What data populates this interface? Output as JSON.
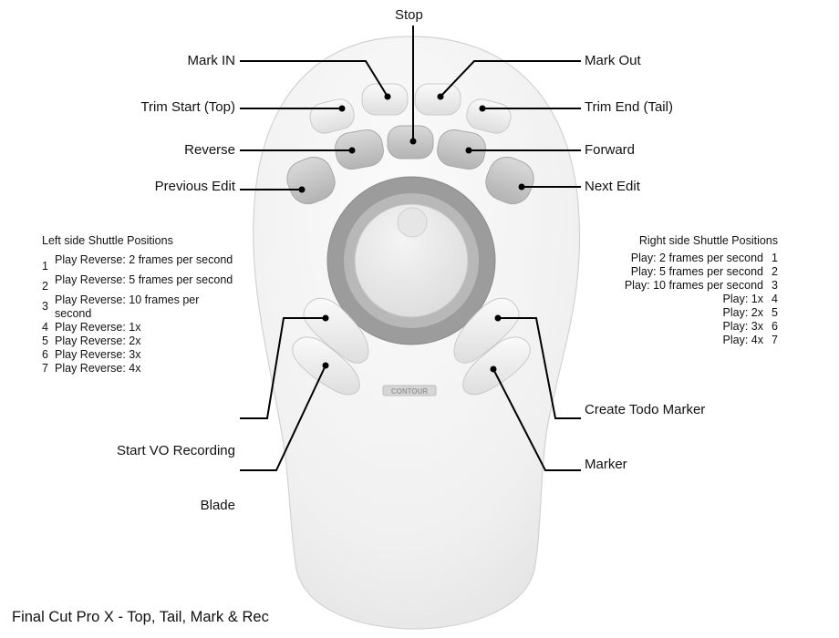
{
  "callouts": {
    "stop": "Stop",
    "mark_in": "Mark IN",
    "mark_out": "Mark Out",
    "trim_start": "Trim Start (Top)",
    "trim_end": "Trim End (Tail)",
    "reverse": "Reverse",
    "forward": "Forward",
    "previous_edit": "Previous Edit",
    "next_edit": "Next Edit",
    "create_todo_marker": "Create Todo Marker",
    "start_vo_recording": "Start VO Recording",
    "marker": "Marker",
    "blade": "Blade"
  },
  "left_shuttle": {
    "title": "Left side Shuttle Positions",
    "items": [
      {
        "num": "1",
        "text": "Play Reverse: 2 frames per second"
      },
      {
        "num": "2",
        "text": "Play Reverse: 5 frames per second"
      },
      {
        "num": "3",
        "text": "Play Reverse: 10 frames per second"
      },
      {
        "num": "4",
        "text": "Play Reverse: 1x"
      },
      {
        "num": "5",
        "text": "Play Reverse: 2x"
      },
      {
        "num": "6",
        "text": "Play Reverse: 3x"
      },
      {
        "num": "7",
        "text": "Play Reverse: 4x"
      }
    ]
  },
  "right_shuttle": {
    "title": "Right side Shuttle Positions",
    "items": [
      {
        "num": "1",
        "text": "Play: 2 frames per second"
      },
      {
        "num": "2",
        "text": "Play: 5 frames per second"
      },
      {
        "num": "3",
        "text": "Play: 10 frames per second"
      },
      {
        "num": "4",
        "text": "Play: 1x"
      },
      {
        "num": "5",
        "text": "Play: 2x"
      },
      {
        "num": "6",
        "text": "Play: 3x"
      },
      {
        "num": "7",
        "text": "Play: 4x"
      }
    ]
  },
  "device": {
    "logo_text": "CONTOUR"
  },
  "footer": "Final Cut Pro X - Top, Tail, Mark & Rec"
}
